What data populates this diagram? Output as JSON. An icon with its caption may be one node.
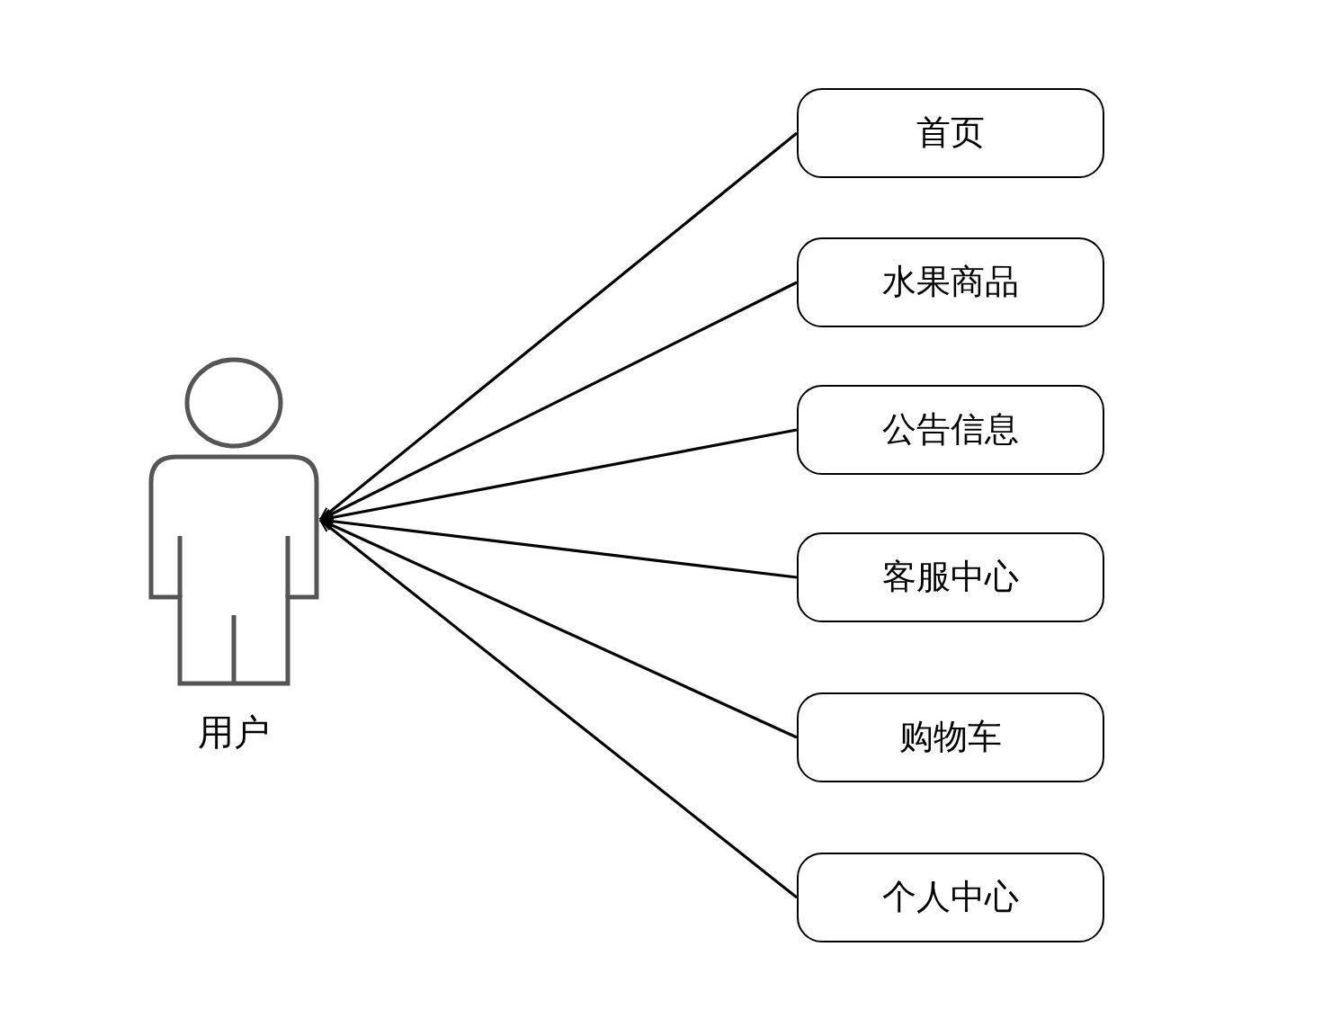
{
  "diagram": {
    "nodes": [
      {
        "text": [
          "用户"
        ]
      },
      {
        "text": [
          "首页"
        ]
      },
      {
        "text": [
          "水果商品"
        ]
      },
      {
        "text": [
          "公告信息"
        ]
      },
      {
        "text": [
          "客服中心"
        ]
      },
      {
        "text": [
          "购物车"
        ]
      },
      {
        "text": [
          "个人中心"
        ]
      }
    ],
    "edges": [
      {
        "from": 1,
        "to": 0,
        "arrow": "to"
      },
      {
        "from": 2,
        "to": 0,
        "arrow": "to"
      },
      {
        "from": 3,
        "to": 0,
        "arrow": "to"
      },
      {
        "from": 4,
        "to": 0,
        "arrow": "to"
      },
      {
        "from": 5,
        "to": 0,
        "arrow": "to"
      },
      {
        "from": 6,
        "to": 0,
        "arrow": "to"
      }
    ]
  }
}
